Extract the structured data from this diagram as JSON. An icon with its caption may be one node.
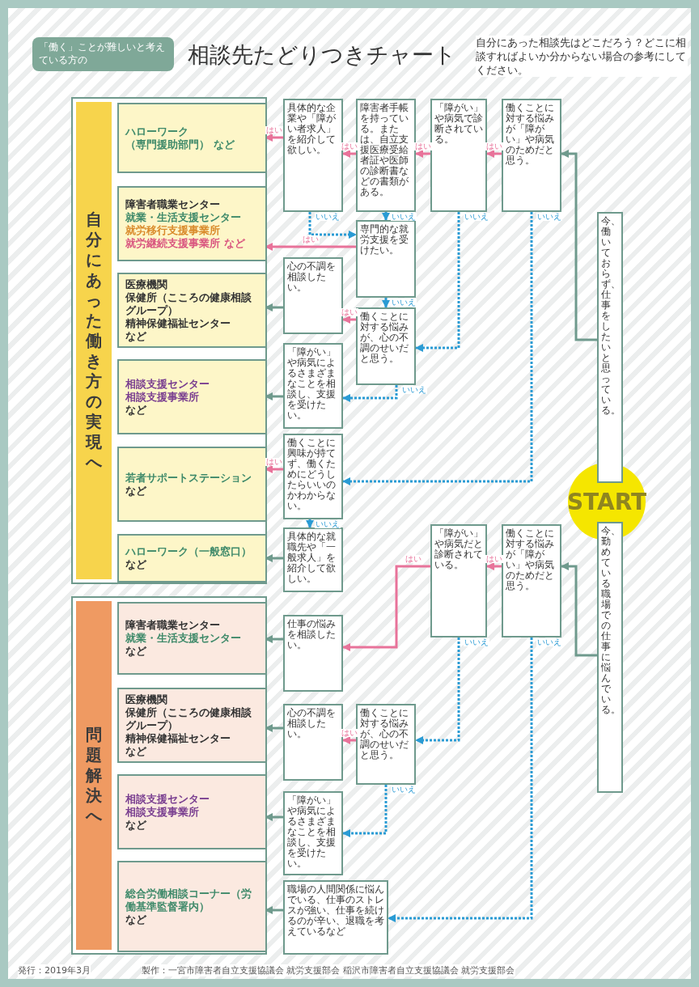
{
  "diagram": {
    "title": "相談先たどりつきチャート",
    "nodes": [
      {
        "text": [
          "「働く」ことが難しいと考えている方の"
        ]
      },
      {
        "text": [
          "自分にあった働き方の実現へ"
        ]
      },
      {
        "text": [
          "ハローワーク",
          "（専門援助部門） など"
        ],
        "in": 1
      },
      {
        "text": [
          "障害者職業センター",
          "就業・生活支援センター",
          "就労移行支援事業所",
          "就労継続支援事業所 など"
        ],
        "in": 1
      },
      {
        "text": [
          "医療機関",
          "保健所（こころの健康相談グループ）",
          "精神保健福祉センター",
          "など"
        ],
        "in": 1
      },
      {
        "text": [
          "相談支援センター",
          "相談支援事業所",
          "など"
        ],
        "in": 1
      },
      {
        "text": [
          "若者サポートステーション",
          "など"
        ],
        "in": 1
      },
      {
        "text": [
          "ハローワーク（一般窓口）",
          "など"
        ],
        "in": 1
      },
      {
        "text": [
          "問題解決へ"
        ]
      },
      {
        "text": [
          "障害者職業センター",
          "就業・生活支援センター",
          "など"
        ],
        "in": 8
      },
      {
        "text": [
          "医療機関",
          "保健所（こころの健康相談グループ）",
          "精神保健福祉センター",
          "など"
        ],
        "in": 8
      },
      {
        "text": [
          "相談支援センター",
          "相談支援事業所",
          "など"
        ],
        "in": 8
      },
      {
        "text": [
          "総合労働相談コーナー（労働基準監督署内）",
          "など"
        ],
        "in": 8
      },
      {
        "text": [
          "具体的な企業や「障がい者求人」を紹介して欲しい。"
        ]
      },
      {
        "text": [
          "障害者手帳を持っている。または、自立支援医療受給者証や医師の診断書などの書類がある。"
        ]
      },
      {
        "text": [
          "「障がい」や病気で診断されている。"
        ]
      },
      {
        "text": [
          "働くことに対する悩みが「障がい」や病気のためだと思う。"
        ]
      },
      {
        "text": [
          "今、働いておらず、仕事をしたいと思っている。"
        ]
      },
      {
        "text": [
          "専門的な就労支援を受けたい。"
        ]
      },
      {
        "text": [
          "心の不調を相談したい。"
        ]
      },
      {
        "text": [
          "働くことに対する悩みが、心の不調のせいだと思う。"
        ]
      },
      {
        "text": [
          "「障がい」や病気によるさまざまなことを相談し、支援を受けたい。"
        ]
      },
      {
        "text": [
          "働くことに興味が持てず、働くためにどうしたらいいのかわからない。"
        ]
      },
      {
        "text": [
          "START"
        ]
      },
      {
        "text": [
          "具体的な就職先や「一般求人」を紹介して欲しい。"
        ]
      },
      {
        "text": [
          "「障がい」や病気だと診断されている。"
        ]
      },
      {
        "text": [
          "働くことに対する悩みが「障がい」や病気のためだと思う。"
        ]
      },
      {
        "text": [
          "今、勤めている職場での仕事に悩んでいる。"
        ]
      },
      {
        "text": [
          "仕事の悩みを相談したい。"
        ]
      },
      {
        "text": [
          "心の不調を相談したい。"
        ]
      },
      {
        "text": [
          "働くことに対する悩みが、心の不調のせいだと思う。"
        ]
      },
      {
        "text": [
          "「障がい」や病気によるさまざまなことを相談し、支援を受けたい。"
        ]
      },
      {
        "text": [
          "職場の人間関係に悩んでいる、仕事のストレスが強い、仕事を続けるのが辛い、退職を考えているなど"
        ]
      }
    ],
    "edges": [
      {
        "from": 17,
        "to": 16,
        "arrow": "to",
        "color": "#6f9a8d"
      },
      {
        "from": 16,
        "to": 15,
        "arrow": "to",
        "label": "はい",
        "color": "#e8739a"
      },
      {
        "from": 15,
        "to": 14,
        "arrow": "to",
        "label": "はい",
        "color": "#e8739a"
      },
      {
        "from": 14,
        "to": 13,
        "arrow": "to",
        "label": "はい",
        "color": "#e8739a"
      },
      {
        "from": 13,
        "to": 2,
        "arrow": "to",
        "label": "はい",
        "color": "#e8739a"
      },
      {
        "from": 13,
        "to": 18,
        "arrow": "to",
        "label": "いいえ",
        "style": "dashed",
        "color": "#2a9bd4"
      },
      {
        "from": 14,
        "to": 18,
        "arrow": "to",
        "label": "いいえ",
        "color": "#2a9bd4"
      },
      {
        "from": 18,
        "to": 3,
        "arrow": "to",
        "label": "はい",
        "color": "#e8739a"
      },
      {
        "from": 18,
        "to": 20,
        "arrow": "to",
        "label": "いいえ",
        "color": "#2a9bd4"
      },
      {
        "from": 15,
        "to": 20,
        "arrow": "to",
        "label": "いいえ",
        "style": "dashed",
        "color": "#2a9bd4"
      },
      {
        "from": 20,
        "to": 19,
        "arrow": "to",
        "label": "はい",
        "color": "#e8739a"
      },
      {
        "from": 19,
        "to": 4,
        "arrow": "to",
        "color": "#6f9a8d"
      },
      {
        "from": 20,
        "to": 21,
        "arrow": "to",
        "label": "いいえ",
        "style": "dashed",
        "color": "#2a9bd4"
      },
      {
        "from": 21,
        "to": 5,
        "arrow": "to",
        "color": "#6f9a8d"
      },
      {
        "from": 16,
        "to": 22,
        "arrow": "to",
        "label": "いいえ",
        "style": "dashed",
        "color": "#2a9bd4"
      },
      {
        "from": 22,
        "to": 6,
        "arrow": "to",
        "label": "はい",
        "color": "#e8739a"
      },
      {
        "from": 22,
        "to": 24,
        "arrow": "to",
        "label": "いいえ",
        "color": "#2a9bd4"
      },
      {
        "from": 24,
        "to": 7,
        "arrow": "to",
        "color": "#6f9a8d"
      },
      {
        "from": 27,
        "to": 26,
        "arrow": "to",
        "color": "#6f9a8d"
      },
      {
        "from": 26,
        "to": 25,
        "arrow": "to",
        "label": "はい",
        "color": "#e8739a"
      },
      {
        "from": 25,
        "to": 28,
        "arrow": "to",
        "label": "はい",
        "color": "#e8739a"
      },
      {
        "from": 28,
        "to": 9,
        "arrow": "to",
        "color": "#6f9a8d"
      },
      {
        "from": 25,
        "to": 30,
        "arrow": "to",
        "label": "いいえ",
        "style": "dashed",
        "color": "#2a9bd4"
      },
      {
        "from": 30,
        "to": 29,
        "arrow": "to",
        "label": "はい",
        "color": "#e8739a"
      },
      {
        "from": 29,
        "to": 10,
        "arrow": "to",
        "color": "#6f9a8d"
      },
      {
        "from": 30,
        "to": 31,
        "arrow": "to",
        "label": "いいえ",
        "style": "dashed",
        "color": "#2a9bd4"
      },
      {
        "from": 31,
        "to": 11,
        "arrow": "to",
        "color": "#6f9a8d"
      },
      {
        "from": 26,
        "to": 32,
        "arrow": "to",
        "label": "いいえ",
        "style": "dashed",
        "color": "#2a9bd4"
      },
      {
        "from": 32,
        "to": 12,
        "arrow": "to",
        "color": "#6f9a8d"
      }
    ],
    "labels": [
      "自分にあった相談先はどこだろう？どこに相談すればよいか分からない場合の参考にしてください。",
      "発行：2019年3月",
      "製作：一宮市障害者自立支援協議会 就労支援部会 稲沢市障害者自立支援協議会 就労支援部会"
    ]
  }
}
